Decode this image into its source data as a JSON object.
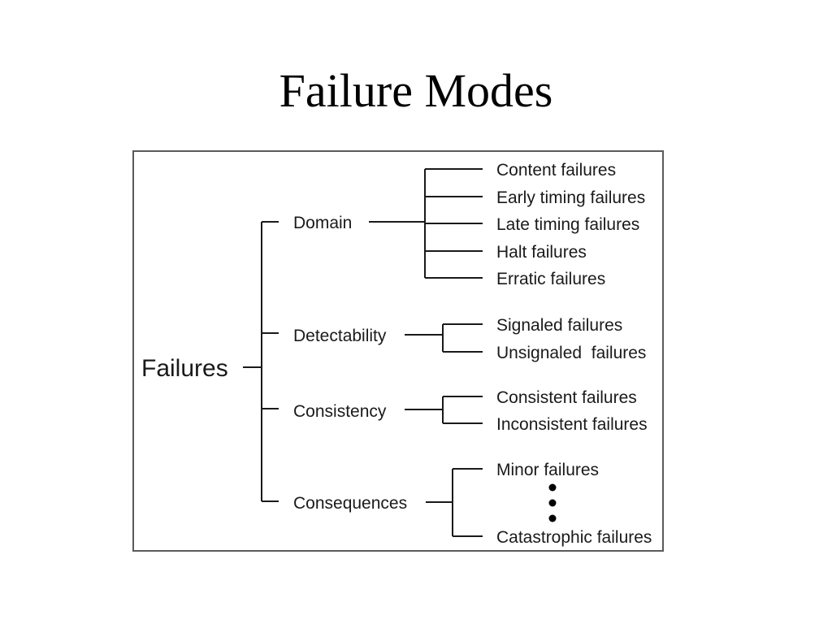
{
  "slide": {
    "title": "Failure Modes"
  },
  "diagram": {
    "root": "Failures",
    "categories": [
      {
        "label": "Domain",
        "leaves": [
          "Content failures",
          "Early timing failures",
          "Late timing failures",
          "Halt failures",
          "Erratic failures"
        ]
      },
      {
        "label": "Detectability",
        "leaves": [
          "Signaled failures",
          "Unsignaled  failures"
        ]
      },
      {
        "label": "Consistency",
        "leaves": [
          "Consistent failures",
          "Inconsistent failures"
        ]
      },
      {
        "label": "Consequences",
        "leaves": [
          "Minor failures",
          "Catastrophic failures"
        ],
        "has_ellipsis": true
      }
    ],
    "colors": {
      "line": "#1a1a1a",
      "text": "#1a1a1a",
      "frame": "#5a5a5a"
    }
  }
}
